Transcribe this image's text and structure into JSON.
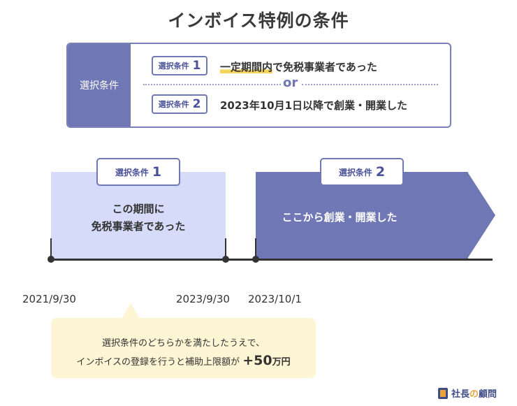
{
  "title": "インボイス特例の条件",
  "conditions": {
    "side_label": "選択条件",
    "items": [
      {
        "tag": "選択条件",
        "num": "1",
        "text_highlight": "一定期間内",
        "text_rest": "で免税事業者であった"
      },
      {
        "tag": "選択条件",
        "num": "2",
        "text": "2023年10月1日以降で創業・開業した"
      }
    ],
    "or_label": "or"
  },
  "timeline": {
    "period1": {
      "tag": "選択条件",
      "num": "1",
      "line1": "この期間に",
      "line2": "免税事業者であった"
    },
    "period2": {
      "tag": "選択条件",
      "num": "2",
      "text": "ここから創業・開業した"
    },
    "dates": [
      "2021/9/30",
      "2023/9/30",
      "2023/10/1"
    ]
  },
  "note": {
    "line1": "選択条件のどちらかを満たしたうえで、",
    "line2_prefix": "インボイスの登録を行うと補助上限額が",
    "amount": "+50",
    "unit": "万円"
  },
  "logo": {
    "text1": "社長",
    "text2": "の",
    "text3": "顧問"
  },
  "colors": {
    "accent": "#6f78b4",
    "light": "#d5dbf8",
    "highlight": "#f6d35a",
    "note_bg": "#fdf5d3",
    "logo_orange": "#e8a33a"
  }
}
